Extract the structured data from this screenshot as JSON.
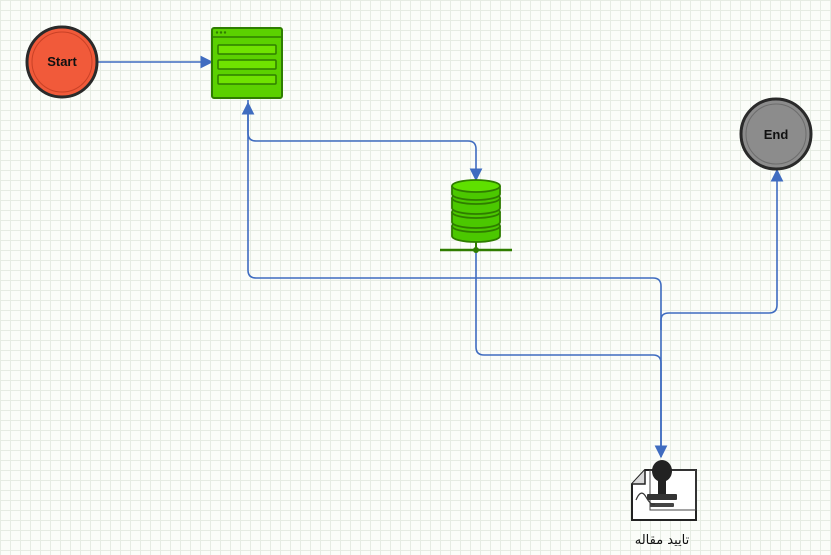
{
  "diagram": {
    "start_node": {
      "label": "Start",
      "color": "#f15a3a"
    },
    "end_node": {
      "label": "End",
      "color": "#8c8c8c"
    },
    "form_node": {
      "color": "#5bd100"
    },
    "database_node": {
      "color": "#4bc800"
    },
    "approval_node": {
      "caption": "تایید مقاله"
    },
    "edge_color": "#3f6cc0"
  }
}
